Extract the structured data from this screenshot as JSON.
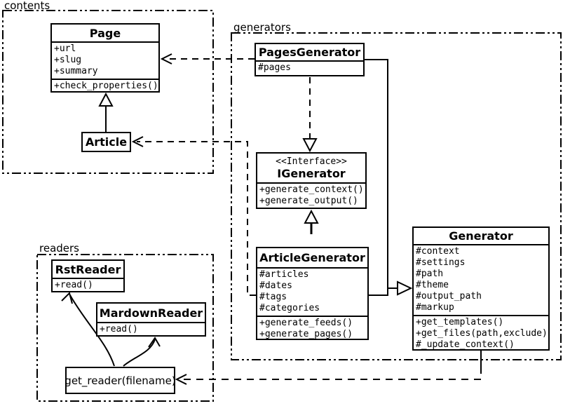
{
  "packages": {
    "contents": {
      "label": "contents"
    },
    "generators": {
      "label": "generators"
    },
    "readers": {
      "label": "readers"
    }
  },
  "classes": {
    "page": {
      "name": "Page",
      "attributes": [
        "+url",
        "+slug",
        "+summary"
      ],
      "methods": [
        "+check_properties()"
      ]
    },
    "article": {
      "name": "Article"
    },
    "pages_generator": {
      "name": "PagesGenerator",
      "attributes": [
        "#pages"
      ]
    },
    "igenerator": {
      "stereotype": "<<Interface>>",
      "name": "IGenerator",
      "methods": [
        "+generate_context()",
        "+generate_output()"
      ]
    },
    "article_generator": {
      "name": "ArticleGenerator",
      "attributes": [
        "#articles",
        "#dates",
        "#tags",
        "#categories"
      ],
      "methods": [
        "+generate_feeds()",
        "+generate_pages()"
      ]
    },
    "generator": {
      "name": "Generator",
      "attributes": [
        "#context",
        "#settings",
        "#path",
        "#theme",
        "#output_path",
        "#markup"
      ],
      "methods": [
        "+get_templates()",
        "+get_files(path,exclude)",
        "#_update_context()"
      ]
    },
    "rst_reader": {
      "name": "RstReader",
      "methods": [
        "+read()"
      ]
    },
    "mardown_reader": {
      "name": "MardownReader",
      "methods": [
        "+read()"
      ]
    },
    "get_reader": {
      "name": "get_reader(filename)"
    }
  },
  "relations": [
    {
      "from": "Article",
      "to": "Page",
      "type": "inheritance"
    },
    {
      "from": "PagesGenerator",
      "to": "Page",
      "type": "dependency"
    },
    {
      "from": "ArticleGenerator",
      "to": "Article",
      "type": "dependency"
    },
    {
      "from": "PagesGenerator",
      "to": "IGenerator",
      "type": "realization"
    },
    {
      "from": "ArticleGenerator",
      "to": "IGenerator",
      "type": "realization"
    },
    {
      "from": "PagesGenerator",
      "to": "Generator",
      "type": "inheritance"
    },
    {
      "from": "ArticleGenerator",
      "to": "Generator",
      "type": "inheritance"
    },
    {
      "from": "Generator",
      "to": "get_reader(filename)",
      "type": "dependency"
    },
    {
      "from": "get_reader(filename)",
      "to": "RstReader",
      "type": "arrow"
    },
    {
      "from": "get_reader(filename)",
      "to": "MardownReader",
      "type": "arrow"
    }
  ],
  "colors": {
    "line": "#000000",
    "background": "#ffffff",
    "box_fill": "#ffffff"
  }
}
